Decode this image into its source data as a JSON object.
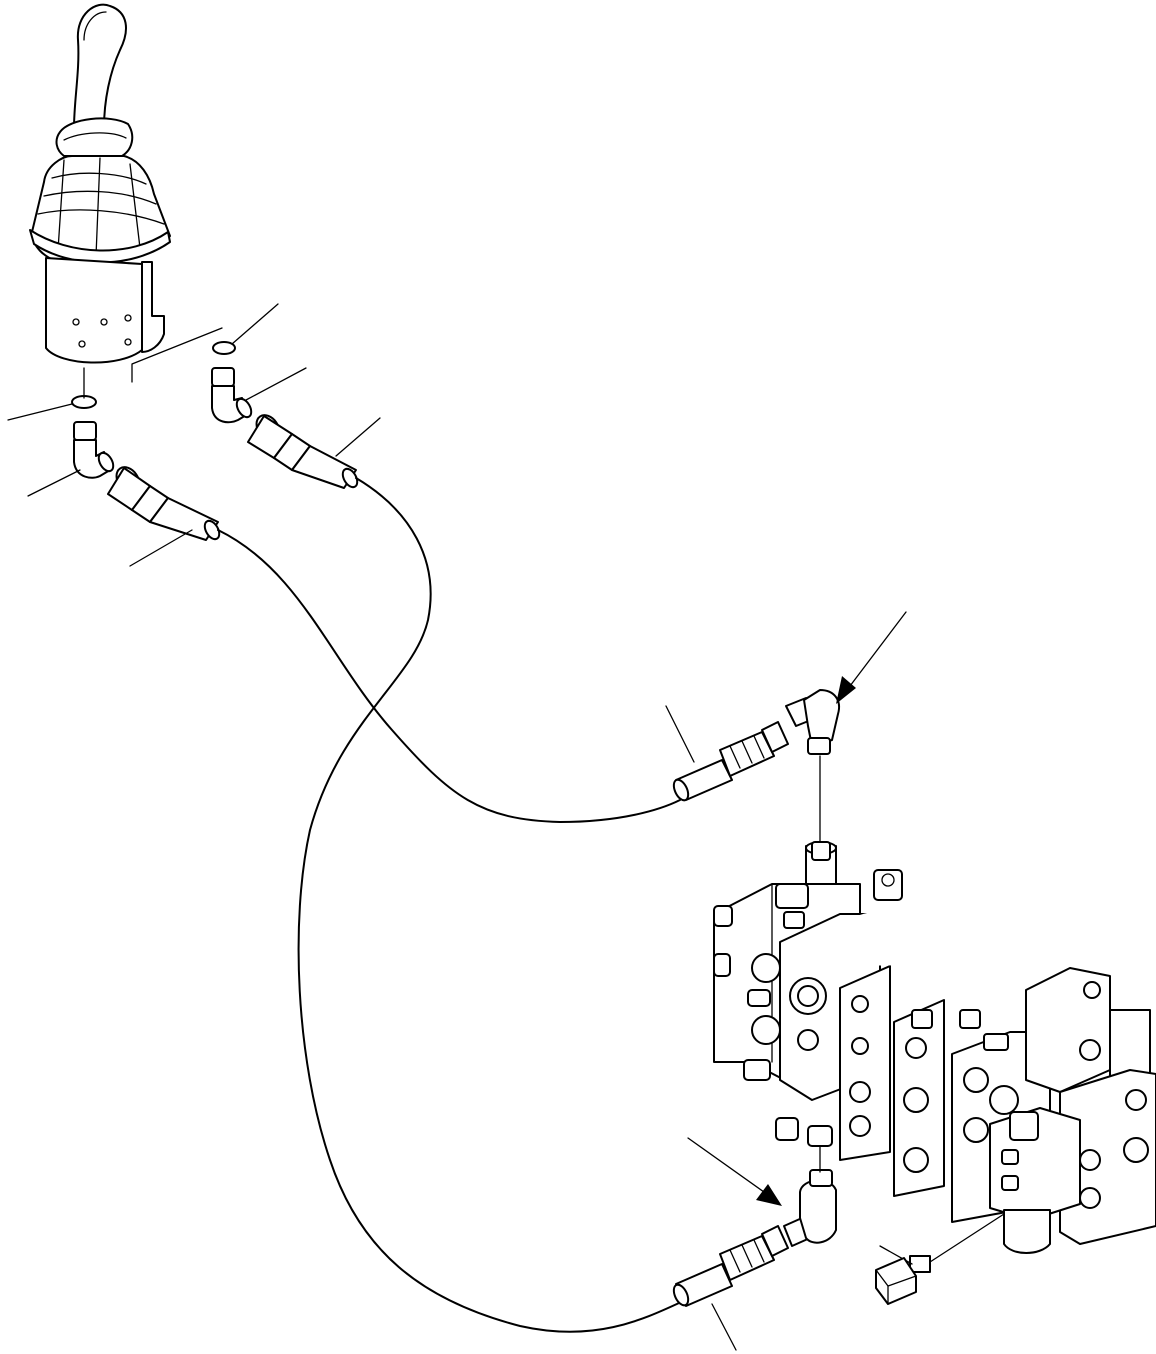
{
  "diagram": {
    "title": "",
    "labels": [],
    "components": [
      {
        "name": "joystick-lever",
        "icon": "joystick-icon"
      },
      {
        "name": "control-valve-block",
        "icon": "valve-block-icon"
      },
      {
        "name": "pilot-hose-a",
        "icon": "hose-icon"
      },
      {
        "name": "pilot-hose-b",
        "icon": "hose-icon"
      },
      {
        "name": "elbow-fitting",
        "icon": "elbow-icon"
      },
      {
        "name": "o-ring",
        "icon": "o-ring-icon"
      },
      {
        "name": "electrical-connector",
        "icon": "connector-icon"
      }
    ],
    "colors": {
      "line": "#000000",
      "background": "#ffffff"
    }
  }
}
